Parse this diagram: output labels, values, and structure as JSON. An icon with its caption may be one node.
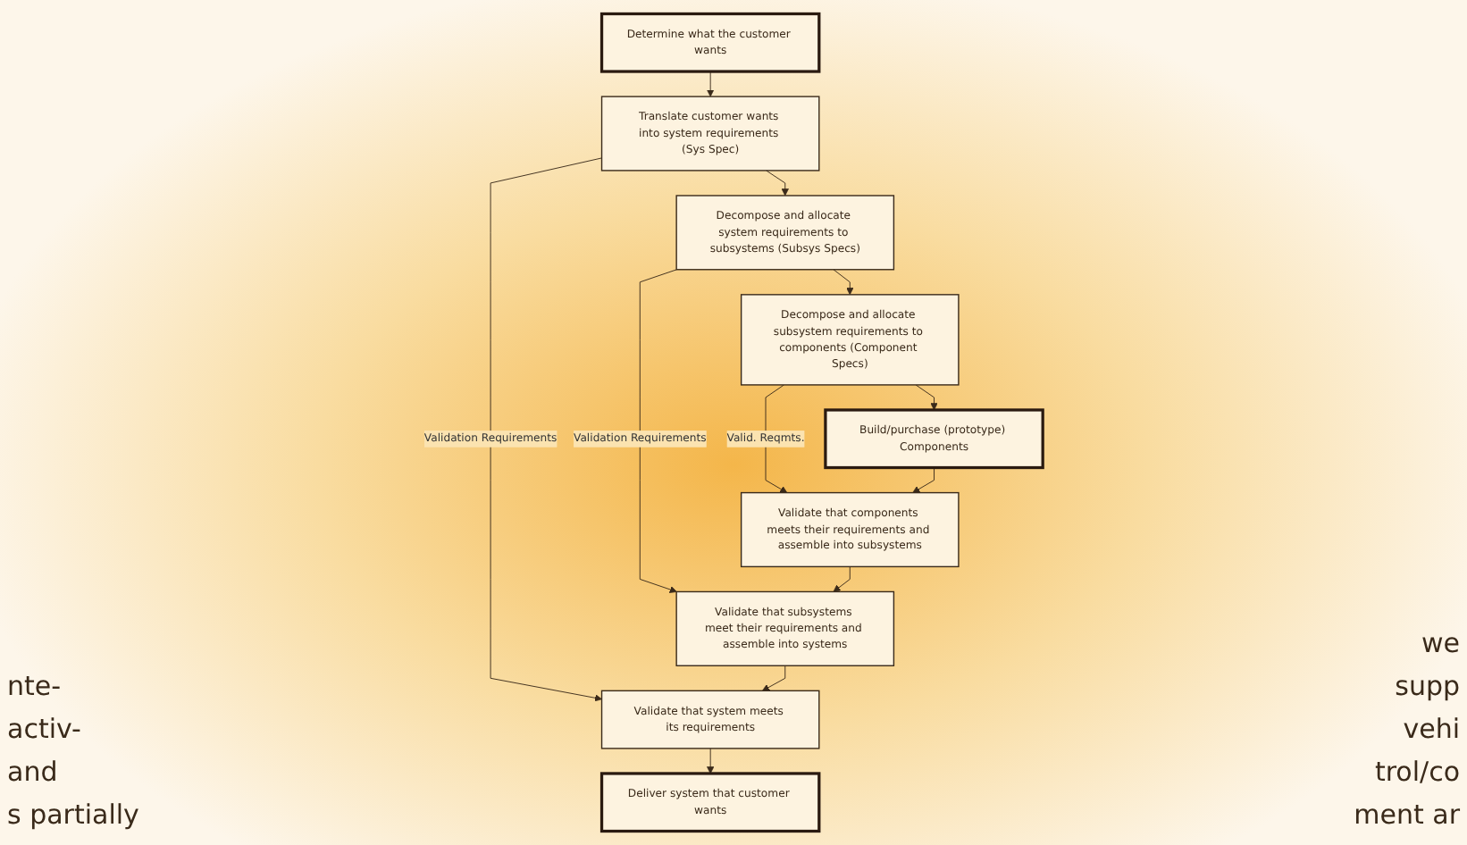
{
  "diagram": {
    "nodes": [
      {
        "text": [
          "Determine what the customer wants"
        ]
      },
      {
        "text": [
          "Translate customer wants into system requirements (Sys Spec)"
        ]
      },
      {
        "text": [
          "Decompose and allocate system requirements to subsystems (Subsys Specs)"
        ]
      },
      {
        "text": [
          "Decompose and allocate subsystem requirements to components (Component Specs)"
        ]
      },
      {
        "text": [
          "Build/purchase (prototype) Components"
        ]
      },
      {
        "text": [
          "Validate that components meets their requirements and assemble into subsystems"
        ]
      },
      {
        "text": [
          "Validate that subsystems meet their requirements and assemble into systems"
        ]
      },
      {
        "text": [
          "Validate that system meets its requirements"
        ]
      },
      {
        "text": [
          "Deliver system that customer wants"
        ]
      }
    ],
    "edges": [
      {
        "from": 0,
        "to": 1,
        "arrow": "to"
      },
      {
        "from": 1,
        "to": 7,
        "arrow": "to",
        "label": "Validation Requirements"
      },
      {
        "from": 1,
        "to": 2,
        "arrow": "to"
      },
      {
        "from": 2,
        "to": 6,
        "arrow": "to",
        "label": "Validation Requirements"
      },
      {
        "from": 2,
        "to": 3,
        "arrow": "to"
      },
      {
        "from": 3,
        "to": 5,
        "arrow": "to",
        "label": "Valid. Reqmts."
      },
      {
        "from": 3,
        "to": 4,
        "arrow": "to"
      },
      {
        "from": 4,
        "to": 5,
        "arrow": "to"
      },
      {
        "from": 5,
        "to": 6,
        "arrow": "to"
      },
      {
        "from": 6,
        "to": 7,
        "arrow": "to"
      },
      {
        "from": 7,
        "to": 8,
        "arrow": "to"
      }
    ],
    "labels": [
      "nte-",
      "activ-",
      "and",
      "s partially",
      "we",
      "supp",
      "vehi",
      "trol/co",
      "ment ar"
    ]
  }
}
